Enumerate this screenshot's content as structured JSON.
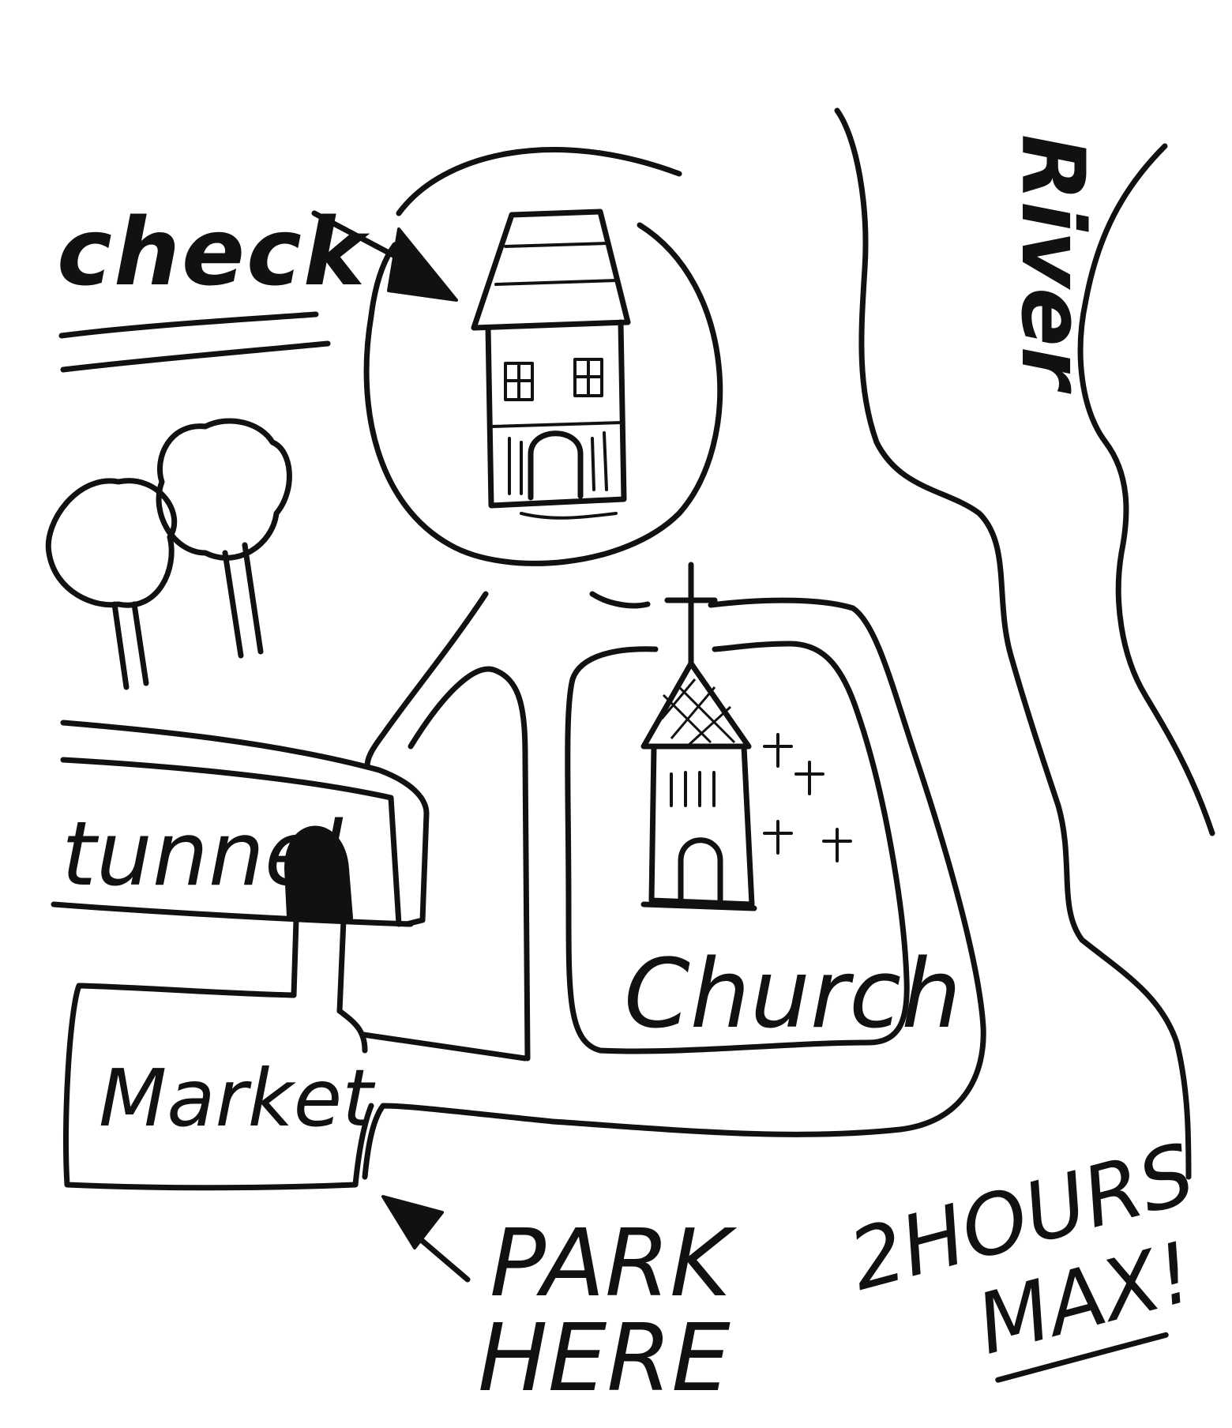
{
  "labels": {
    "check": "check",
    "river": "River",
    "tunnel": "tunnel",
    "church": "Church",
    "market": "Market",
    "park_line1": "PARK",
    "park_line2": "HERE",
    "limit_line1": "2HOURS",
    "limit_line2": "MAX!"
  },
  "colors": {
    "ink": "#111111",
    "paper": "#ffffff"
  },
  "icons": {
    "house": "house-icon",
    "church": "church-icon",
    "trees": "tree-icon",
    "graves": "grave-cross-icon",
    "arrows": "arrow-icon"
  }
}
